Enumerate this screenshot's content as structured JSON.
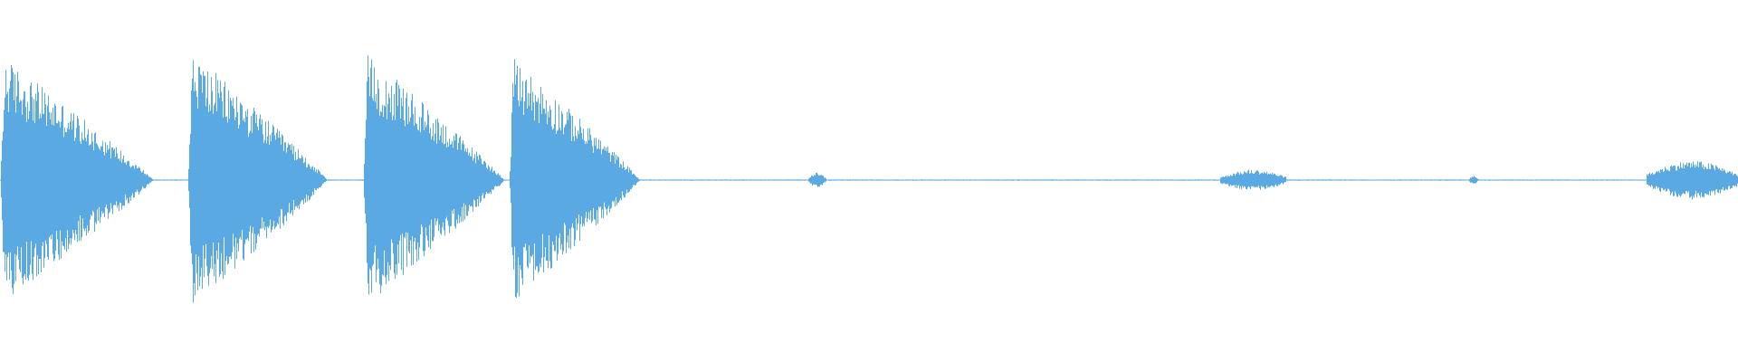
{
  "waveform": {
    "color": "#5aa9e2",
    "background": "#ffffff",
    "channels": 1,
    "bursts": [
      {
        "start": 0.0,
        "end": 0.088,
        "peak": 0.82
      },
      {
        "start": 0.108,
        "end": 0.188,
        "peak": 0.86
      },
      {
        "start": 0.209,
        "end": 0.29,
        "peak": 0.84
      },
      {
        "start": 0.293,
        "end": 0.368,
        "peak": 0.82
      }
    ],
    "minor_bursts": [
      {
        "start": 0.465,
        "end": 0.475,
        "peak": 0.05
      },
      {
        "start": 0.702,
        "end": 0.74,
        "peak": 0.07
      },
      {
        "start": 0.845,
        "end": 0.85,
        "peak": 0.03
      },
      {
        "start": 0.947,
        "end": 1.0,
        "peak": 0.13
      }
    ]
  }
}
